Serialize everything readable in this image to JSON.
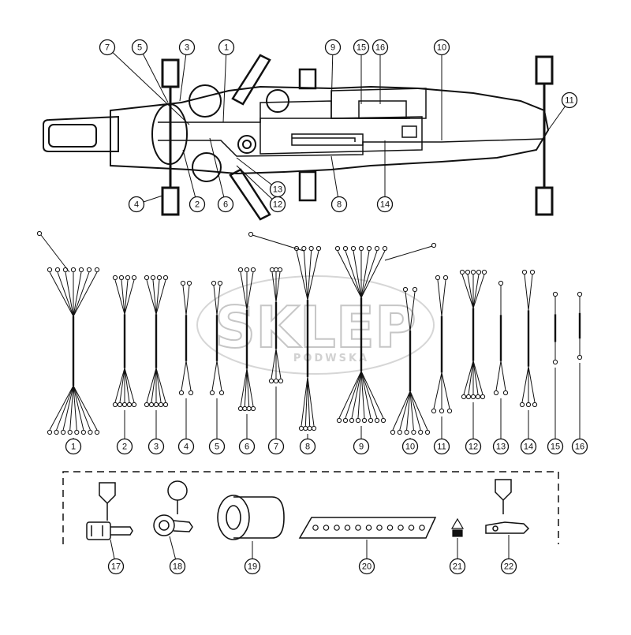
{
  "watermark": {
    "main": "SKLEP",
    "sub": "PODWSKA"
  },
  "frame_callouts": [
    "1",
    "2",
    "3",
    "4",
    "5",
    "6",
    "7",
    "8",
    "9",
    "10",
    "11",
    "12",
    "13",
    "14",
    "15",
    "16"
  ],
  "harness_callouts": [
    "1",
    "2",
    "3",
    "4",
    "5",
    "6",
    "7",
    "8",
    "9",
    "10",
    "11",
    "12",
    "13",
    "14",
    "15",
    "16"
  ],
  "part_callouts": [
    "17",
    "18",
    "19",
    "20",
    "21",
    "22"
  ],
  "colors": {
    "line": "#111111",
    "watermark": "#bdbdbd",
    "background": "#ffffff"
  }
}
